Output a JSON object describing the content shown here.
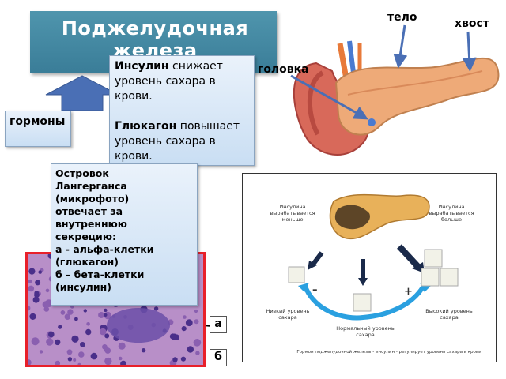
{
  "title": "Поджелудочная железа",
  "labels": {
    "body": "тело",
    "tail": "хвост",
    "head": "головка",
    "hormones": "гормоны",
    "a": "а",
    "b": "б"
  },
  "info": {
    "insulin_term": "Инсулин",
    "insulin_text": " снижает уровень сахара в крови.",
    "glucagon_term": "Глюкагон",
    "glucagon_text": " повышает уровень сахара в крови."
  },
  "islet": {
    "lines": [
      "Островок",
      "Лангерганса",
      "(микрофото)",
      "отвечает за",
      "внутреннюю",
      "секрецию:",
      "а - альфа-клетки",
      "(глюкагон)",
      "б – бета-клетки",
      "(инсулин)"
    ]
  },
  "diagram": {
    "insulin_low": "Инсулина вырабатывается меньше",
    "insulin_high": "Инсулина вырабатывается больше",
    "low_sugar": "Низкий уровень сахара",
    "normal_sugar": "Нормальный уровень сахара",
    "high_sugar": "Высокий уровень сахара",
    "minus": "–",
    "plus": "+",
    "caption": "Гормон поджелудочной железы - инсулин - регулирует уровень сахара в крови"
  },
  "colors": {
    "title_bg": "#3a7d98",
    "arrow_blue": "#4a6fb5",
    "frame_red": "#e8202a",
    "pancreas": "#e8a574",
    "cycle_blue": "#2aa0e0"
  }
}
